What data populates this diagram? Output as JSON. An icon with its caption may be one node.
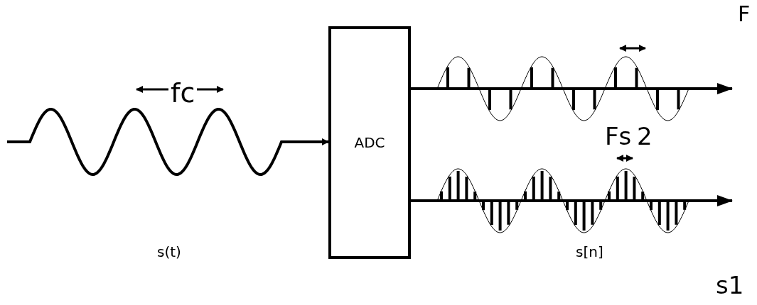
{
  "diagram": {
    "nodes": [
      {
        "text": [],
        "shape": "picture"
      },
      {
        "text": [
          "ADC"
        ]
      }
    ],
    "edges": [
      {
        "from": 0,
        "to": 1,
        "arrow": "to"
      },
      {
        "from": 1,
        "to": null,
        "arrow": "to"
      },
      {
        "from": 1,
        "to": null,
        "arrow": "to"
      }
    ],
    "labels": [
      "F",
      "fc",
      "Fs",
      "2",
      "s(t)",
      "s[n]",
      "s1"
    ]
  }
}
